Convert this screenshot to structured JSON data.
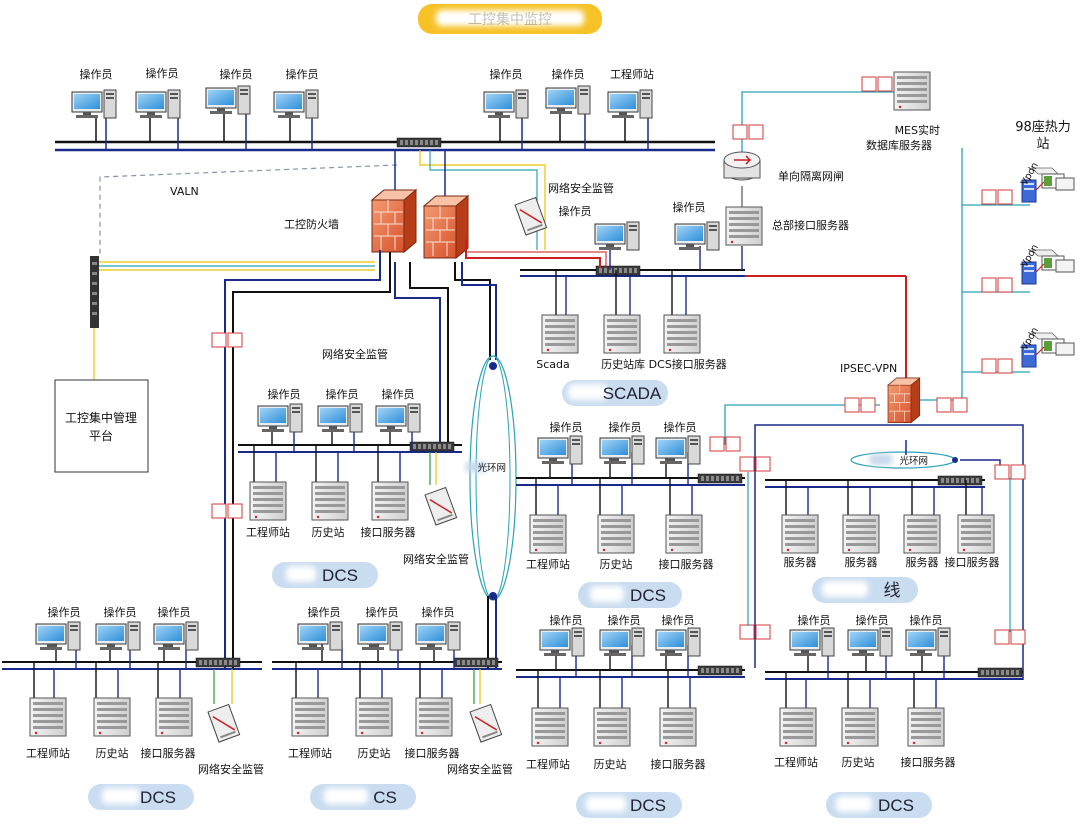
{
  "header": {
    "title": "工控集中监控"
  },
  "labels": {
    "operator": "操作员",
    "engineer": "工程师站",
    "history": "历史站",
    "interface_server": "接口服务器",
    "server": "服务器",
    "netsec": "网络安全监管",
    "firewall": "工控防火墙",
    "valn": "VALN",
    "mgmt_line1": "工控集中管理",
    "mgmt_line2": "平台",
    "mes_line1": "MES实时",
    "mes_line2": "数据库服务器",
    "oneway_gateway": "单向隔离网闸",
    "hq_interface": "总部接口服务器",
    "hot98_line1": "98座热力",
    "hot98_line2": "站",
    "scada": "Scada",
    "hist_dcs": "历史站库 DCS接口服务器",
    "ipsec": "IPSEC-VPN",
    "ring": "光环网",
    "vpn": "Vpdn"
  },
  "pills": {
    "scada": "SCADA",
    "mid_left": "DCS",
    "mid_center": "DCS",
    "mid_right": "线",
    "bl1": "DCS",
    "bl2": "CS",
    "bl3": "DCS",
    "bl4": "DCS"
  },
  "colors": {
    "net_black": "#111111",
    "net_navy": "#1a2a8a",
    "line_red": "#cc1f1f",
    "line_teal": "#2aa3b5",
    "line_yellow": "#e8c300",
    "line_green": "#2f9a3a",
    "pill_bg": "#c9dcf0",
    "title_bg": "#f7c227"
  }
}
